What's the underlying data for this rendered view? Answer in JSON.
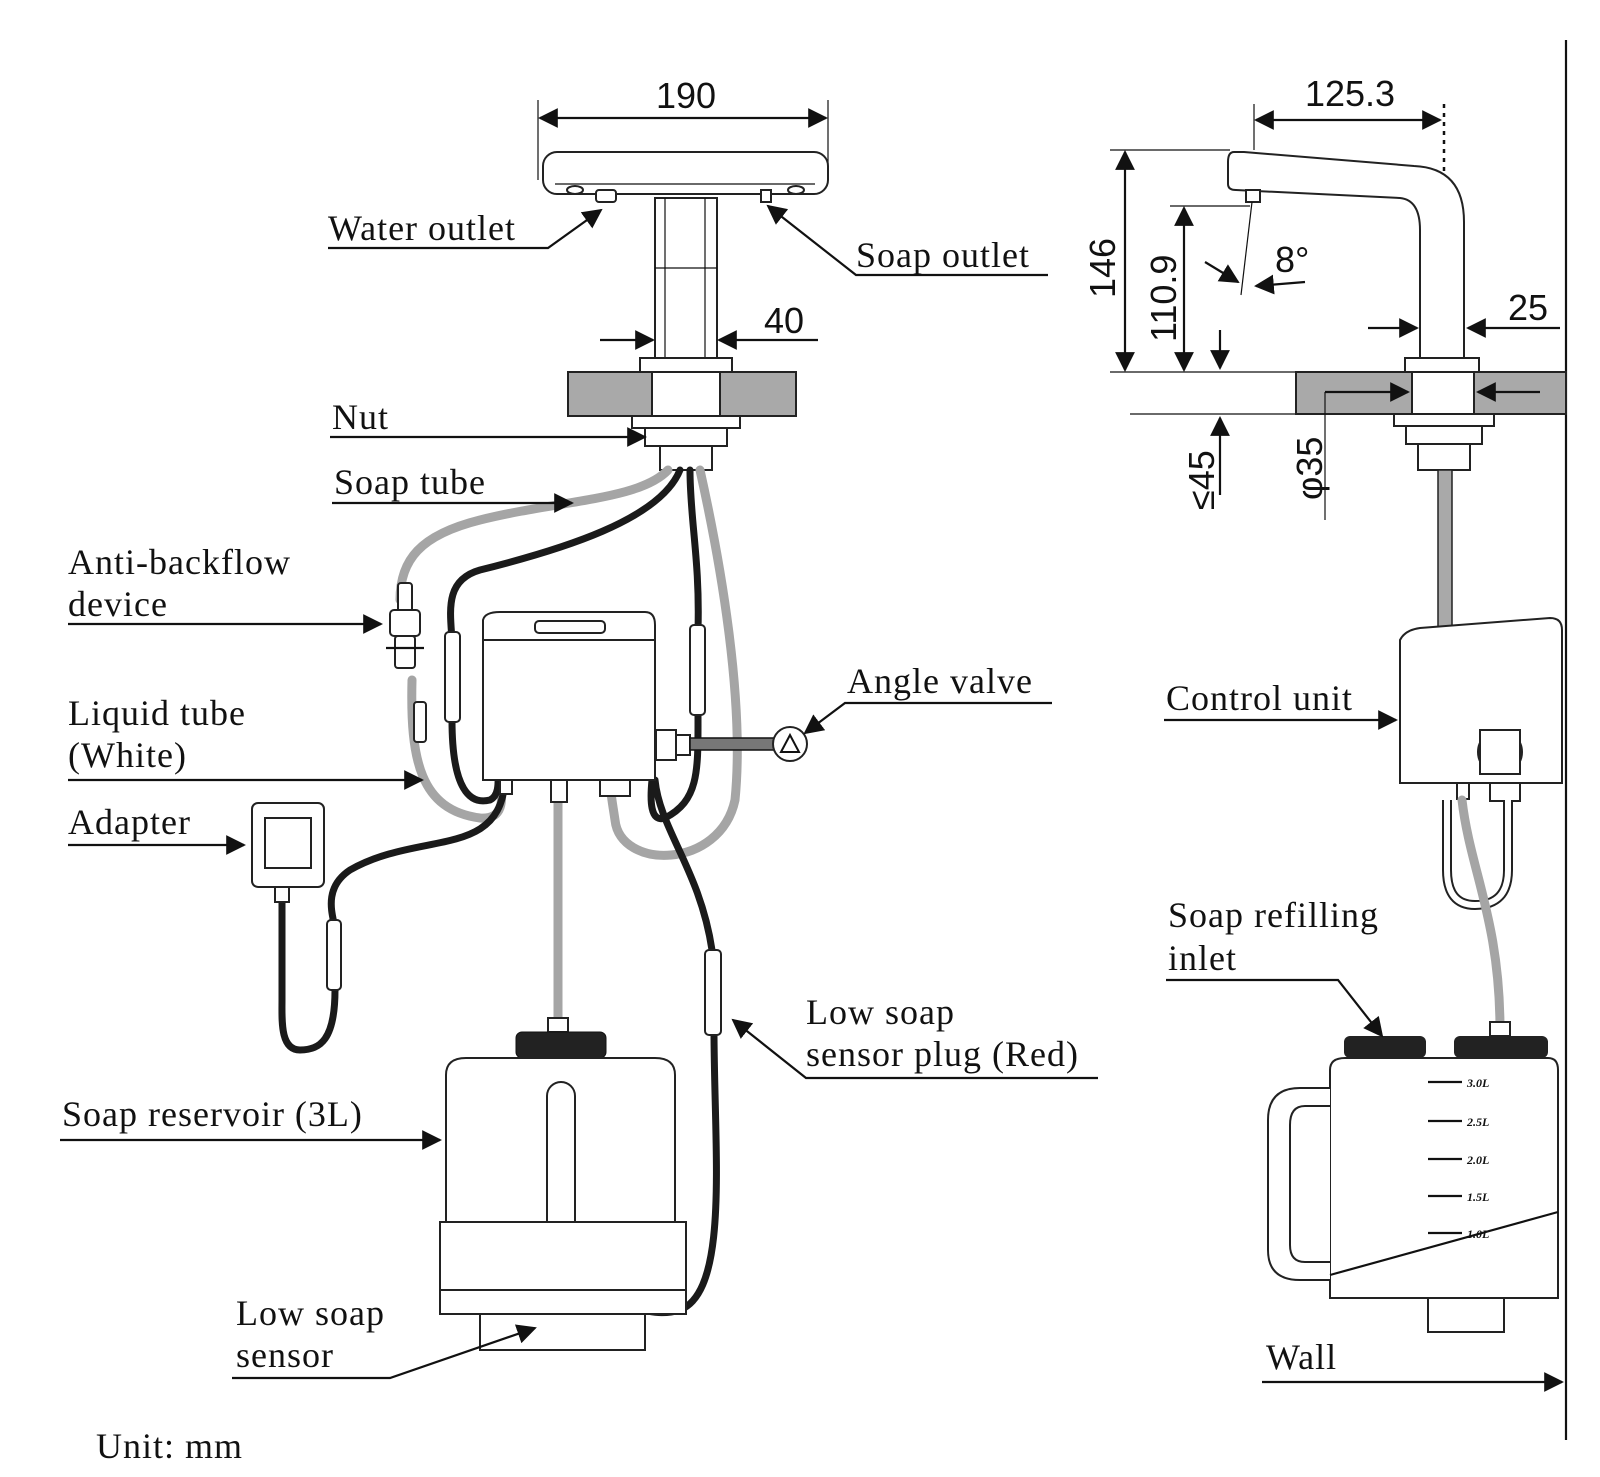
{
  "labels": {
    "water_outlet": "Water outlet",
    "soap_outlet": "Soap outlet",
    "nut": "Nut",
    "soap_tube": "Soap tube",
    "anti_backflow_line1": "Anti-backflow",
    "anti_backflow_line2": "device",
    "liquid_tube_line1": "Liquid tube",
    "liquid_tube_line2": "(White)",
    "adapter": "Adapter",
    "angle_valve": "Angle valve",
    "low_soap_plug_line1": "Low soap",
    "low_soap_plug_line2": "sensor plug (Red)",
    "soap_reservoir": "Soap reservoir (3L)",
    "low_soap_sensor_line1": "Low soap",
    "low_soap_sensor_line2": "sensor",
    "control_unit": "Control unit",
    "soap_refilling_line1": "Soap refilling",
    "soap_refilling_line2": "inlet",
    "wall": "Wall",
    "unit": "Unit: mm"
  },
  "dimensions": {
    "width_190": "190",
    "width_40": "40",
    "reach_125_3": "125.3",
    "height_146": "146",
    "height_110_9": "110.9",
    "angle_8": "8°",
    "diameter_25": "25",
    "deck_45": "≤45",
    "hole_35": "φ35"
  },
  "reservoir_scale": [
    "3.0L",
    "2.5L",
    "2.0L",
    "1.5L",
    "1.0L"
  ]
}
